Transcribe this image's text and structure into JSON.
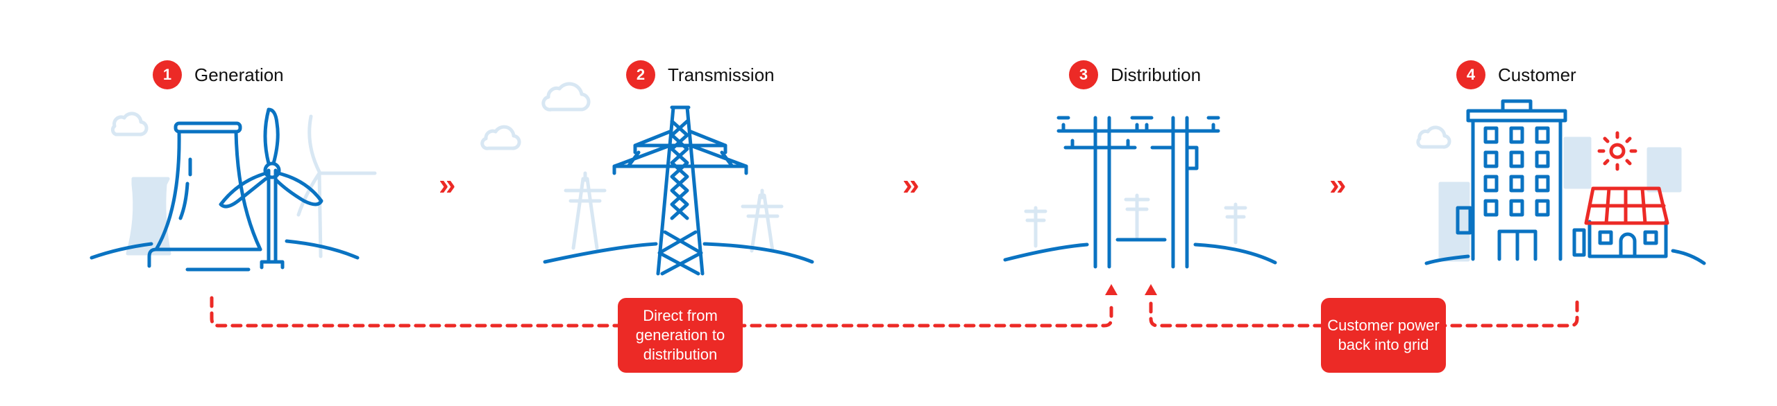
{
  "steps": [
    {
      "number": "1",
      "label": "Generation"
    },
    {
      "number": "2",
      "label": "Transmission"
    },
    {
      "number": "3",
      "label": "Distribution"
    },
    {
      "number": "4",
      "label": "Customer"
    }
  ],
  "chevron": "»",
  "flows": {
    "direct": "Direct from generation to distribution",
    "customer_back": "Customer power back into grid"
  },
  "colors": {
    "blue": "#0a73c2",
    "light_blue": "#d8e7f3",
    "red": "#ec2a26"
  }
}
